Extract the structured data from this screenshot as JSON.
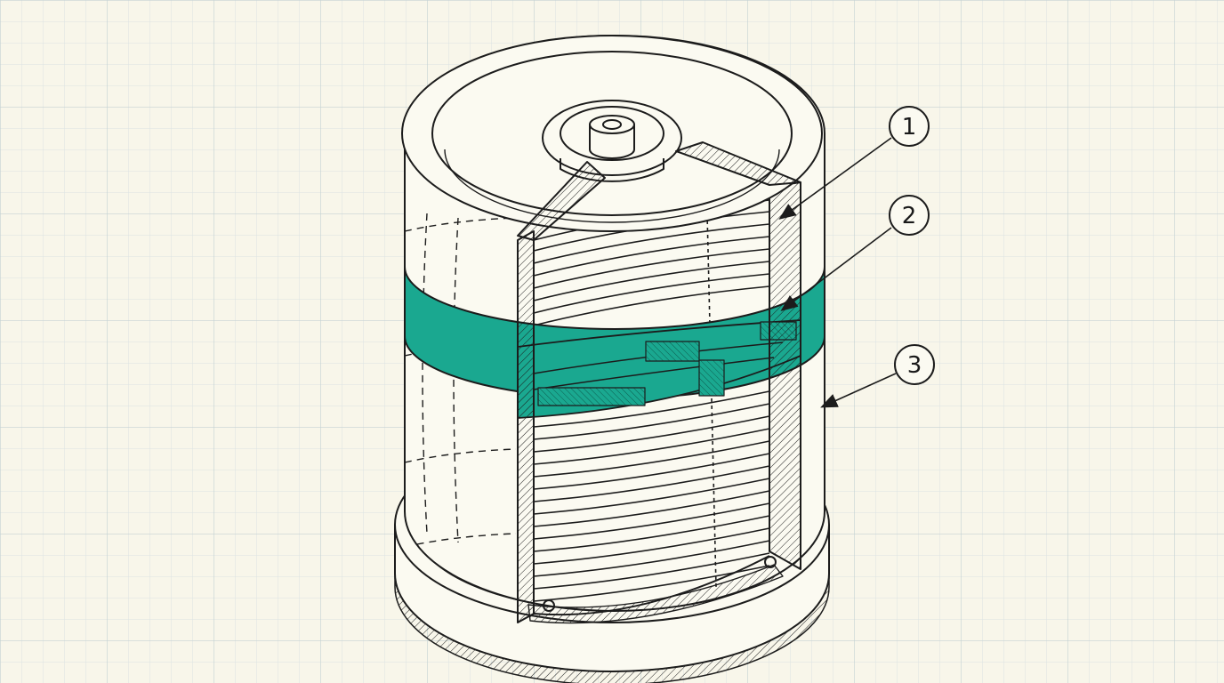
{
  "colors": {
    "paper": "#f8f6ea",
    "grid_minor": "#d9e2e2",
    "grid_major": "#c4d2d3",
    "ink": "#1c1c1c",
    "highlight": "#1aa890",
    "highlight_dark": "#12806d",
    "body_fill": "#fbfaf1"
  },
  "callouts": [
    {
      "label": "1",
      "target": "cutaway-housing-wall"
    },
    {
      "label": "2",
      "target": "highlighted-band"
    },
    {
      "label": "3",
      "target": "outer-shell"
    }
  ],
  "icons": {
    "arrow": "arrowhead"
  }
}
